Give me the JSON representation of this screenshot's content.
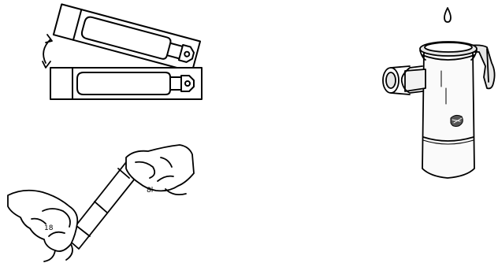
{
  "figure": {
    "background": "#ffffff",
    "line_color": "#000000",
    "fill_light": "#f2f2f2",
    "fill_shadow": "#d9d9d9",
    "panels": [
      {
        "id": "shake-ampoule",
        "icon": "ampoule-rotate-icon"
      },
      {
        "id": "hold-ampoule",
        "icon": "hands-holding-ampoule-icon"
      },
      {
        "id": "nebulizer",
        "icon": "nebulizer-cup-icon"
      }
    ]
  }
}
